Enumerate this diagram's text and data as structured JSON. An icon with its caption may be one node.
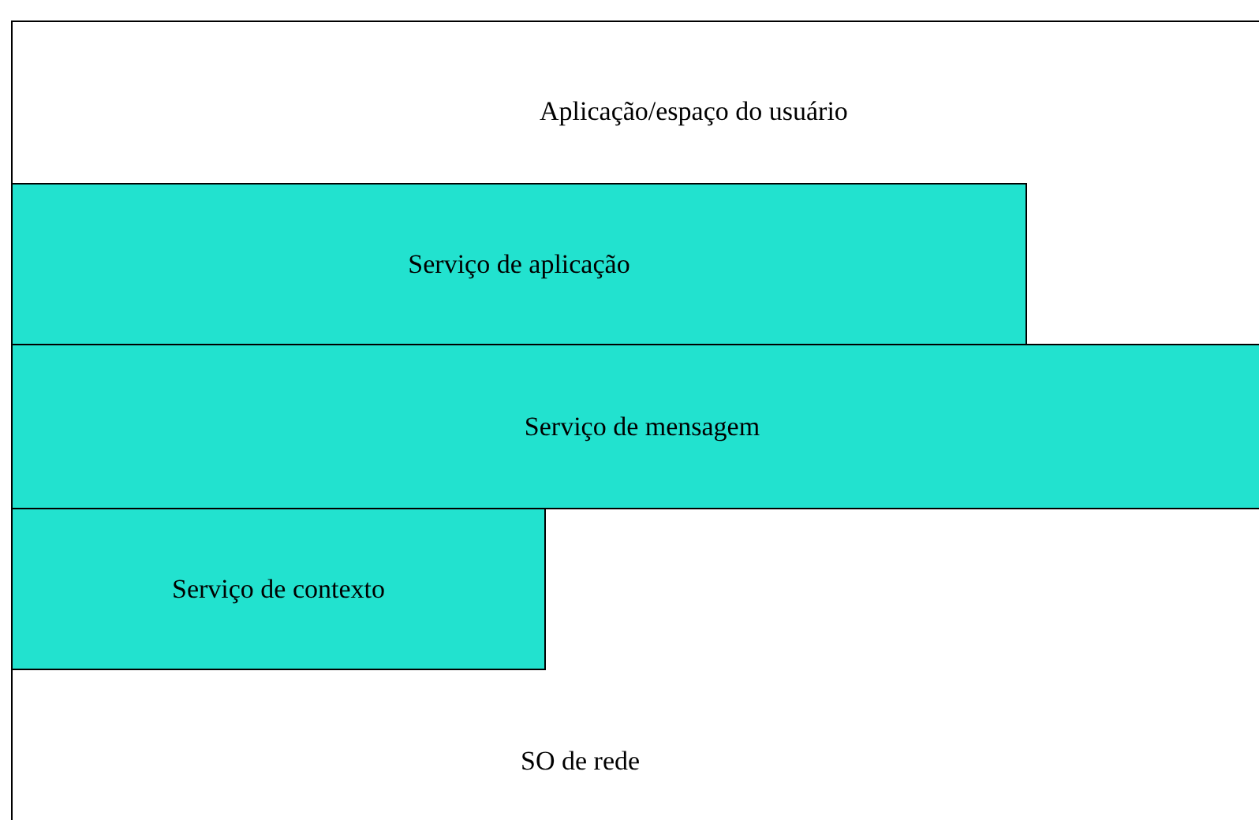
{
  "diagram": {
    "nodes": [
      {
        "text": [
          "Aplicação/espaço do usuário",
          "SO de rede"
        ]
      },
      {
        "text": [
          "Serviço de aplicação"
        ],
        "in": 0
      },
      {
        "text": [
          "Serviço de mensagem"
        ],
        "in": 0
      },
      {
        "text": [
          "Serviço de contexto"
        ],
        "in": 0
      }
    ]
  }
}
